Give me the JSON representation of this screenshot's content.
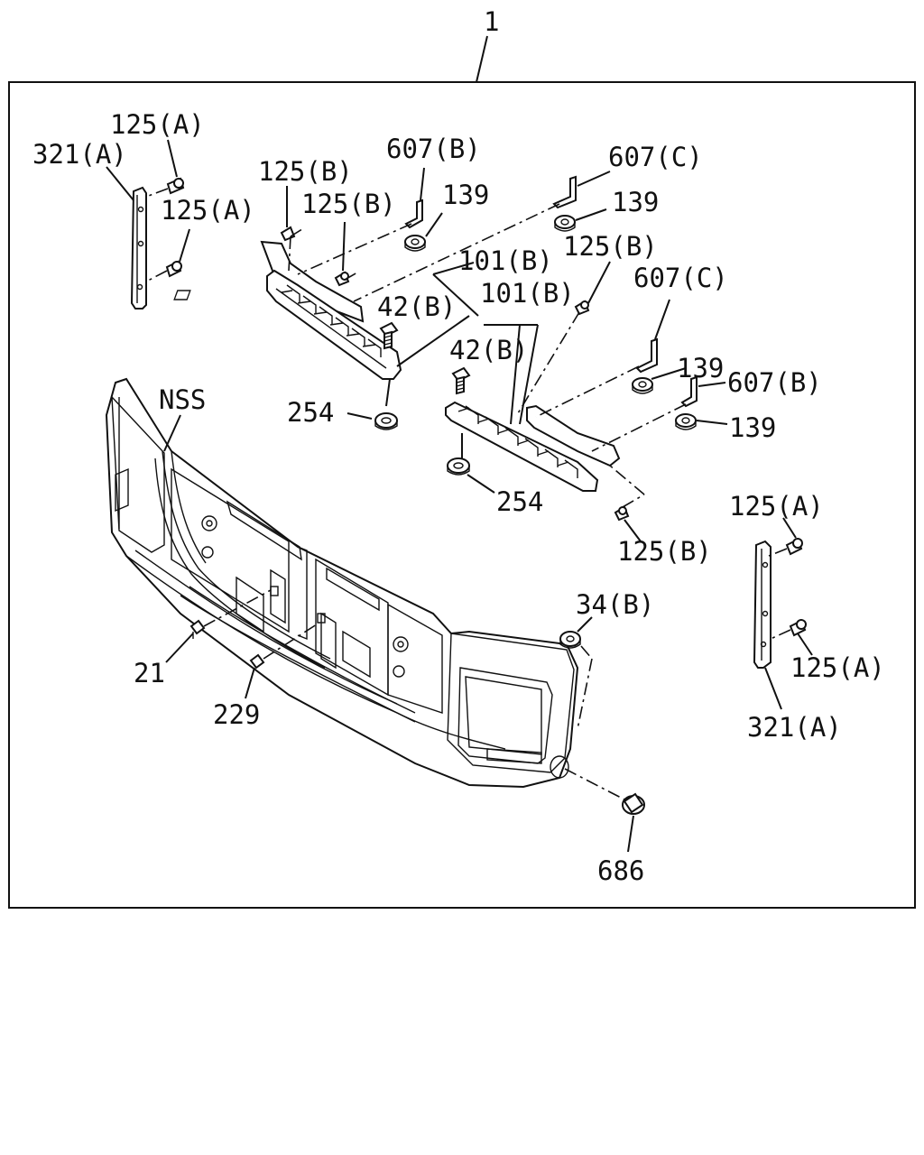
{
  "diagram": {
    "assembly_callout": "1",
    "labels": {
      "bracket_321A_left": "321(A)",
      "bolt_125A_top_left": "125(A)",
      "bolt_125A_left_lower": "125(A)",
      "bolt_125B_left_a": "125(B)",
      "bolt_125B_left_b": "125(B)",
      "bracket_607B_top": "607(B)",
      "nut_139_top": "139",
      "bracket_607C_top": "607(C)",
      "nut_139_top_right": "139",
      "step_101B_left": "101(B)",
      "step_101B_right": "101(B)",
      "bolt_125B_mid": "125(B)",
      "bracket_607C_mid": "607(C)",
      "bolt_42B_left": "42(B)",
      "bolt_42B_right": "42(B)",
      "nut_139_mid": "139",
      "bracket_607B_mid": "607(B)",
      "nut_139_right": "139",
      "nut_254_left": "254",
      "nut_254_right": "254",
      "bolt_125B_bottom": "125(B)",
      "nss": "NSS",
      "bolt_125A_right_top": "125(A)",
      "bolt_125A_right_lower": "125(A)",
      "bracket_321A_right": "321(A)",
      "nut_34B": "34(B)",
      "clip_21": "21",
      "clip_229": "229",
      "plug_686": "686"
    }
  }
}
